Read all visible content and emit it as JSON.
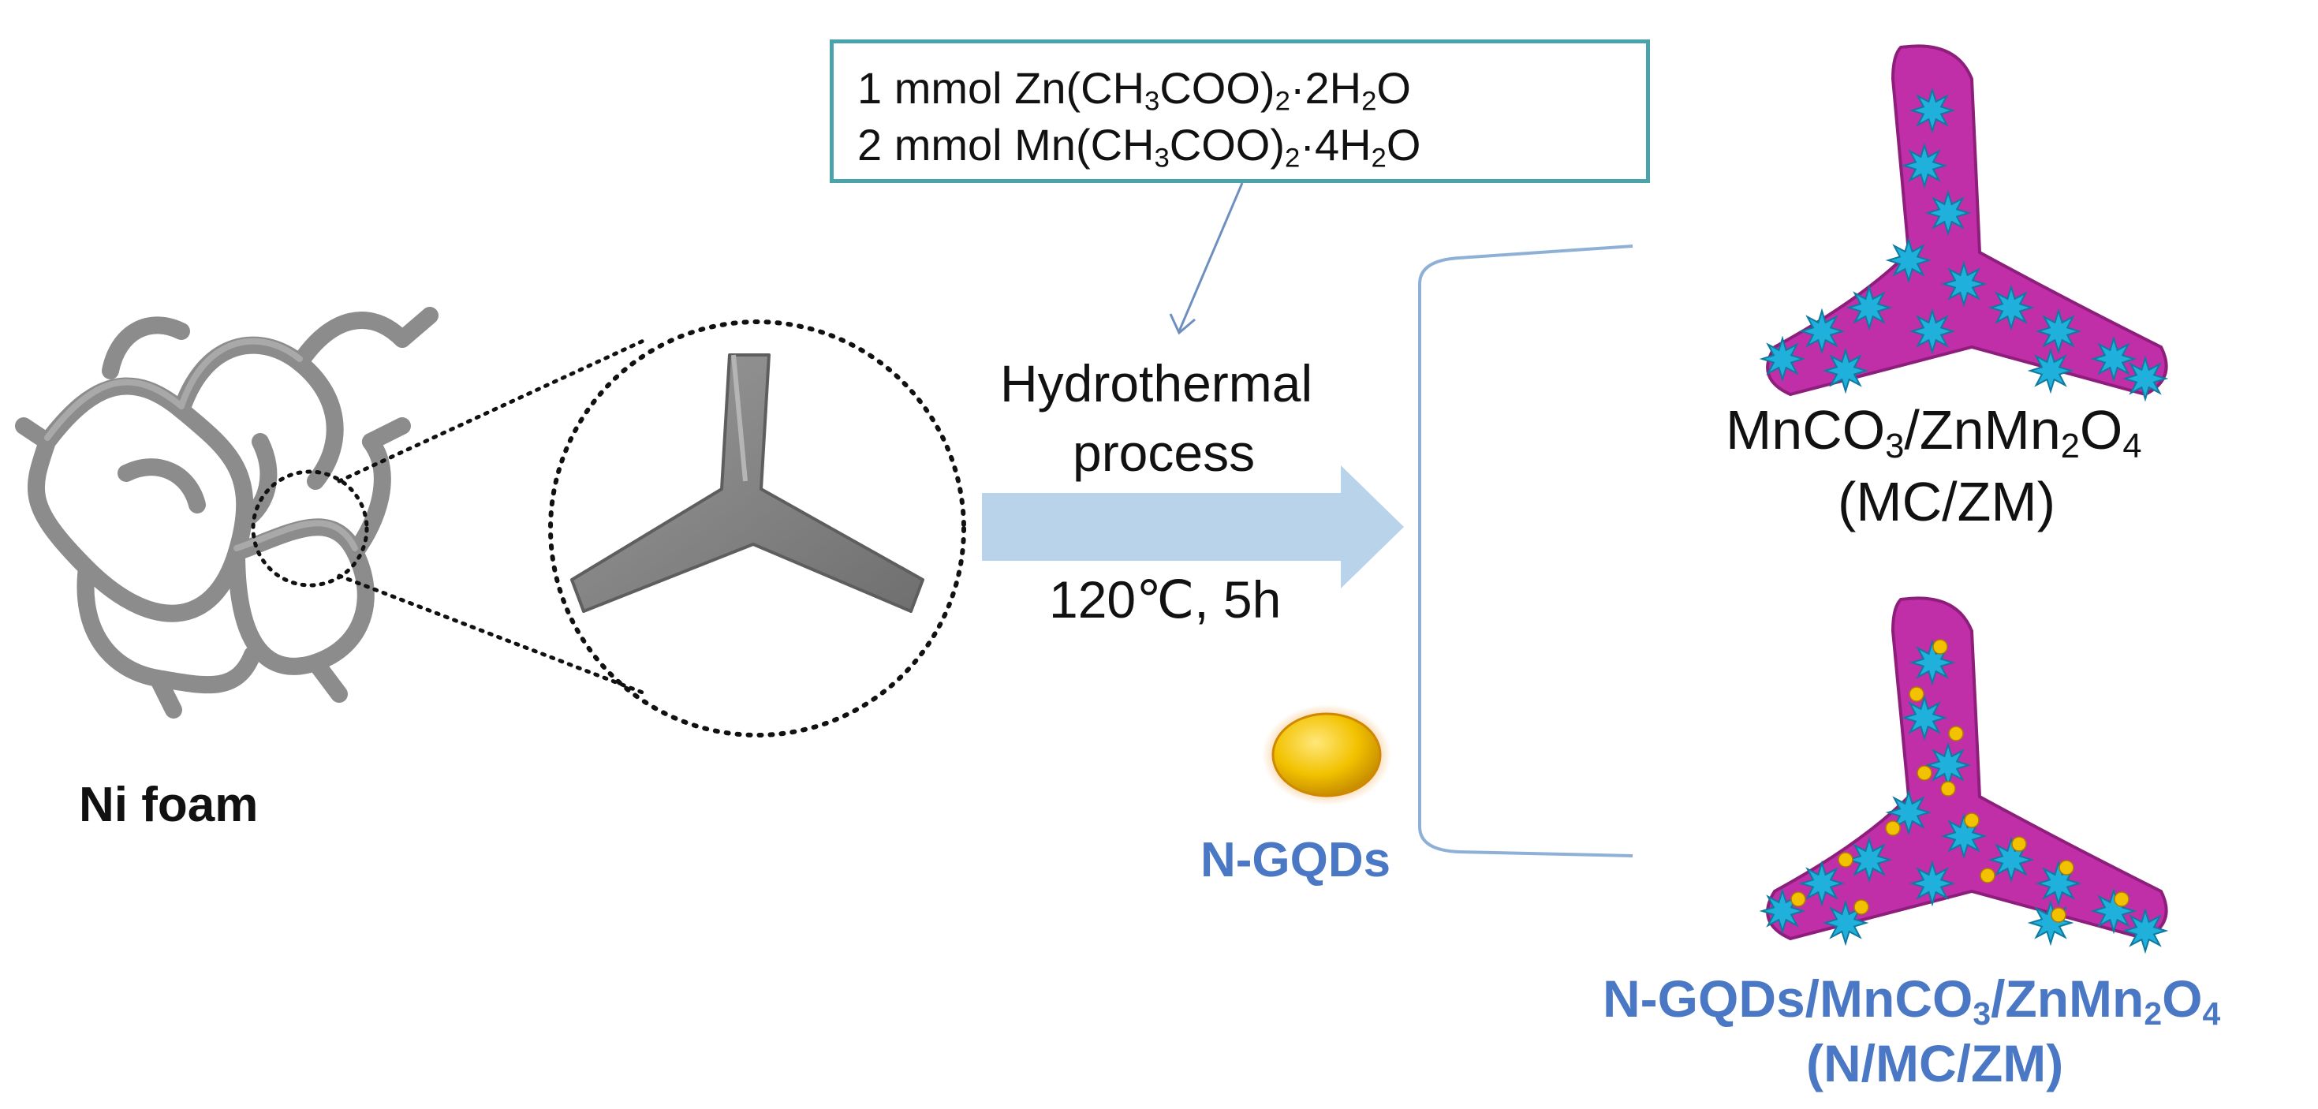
{
  "reagents": {
    "line1": {
      "prefix": "1 mmol  Zn(CH",
      "s1": "3",
      "mid": "COO)",
      "s2": "2",
      "tail": "·2H",
      "s3": "2",
      "end": "O"
    },
    "line2": {
      "prefix": "2 mmol  Mn(CH",
      "s1": "3",
      "mid": "COO)",
      "s2": "2",
      "tail": "·4H",
      "s3": "2",
      "end": "O"
    }
  },
  "process": {
    "line1": "Hydrothermal",
    "line2": "process",
    "conditions": "120℃, 5h"
  },
  "ni_foam_label": "Ni foam",
  "ngqd_label": "N-GQDs",
  "product_mczm": {
    "formula": {
      "a": "MnCO",
      "s1": "3",
      "b": "/ZnMn",
      "s2": "2",
      "c": "O",
      "s3": "4"
    },
    "abbr": "(MC/ZM)"
  },
  "product_nmczm": {
    "formula": {
      "a": "N-GQDs/MnCO",
      "s1": "3",
      "b": "/ZnMn",
      "s2": "2",
      "c": "O",
      "s3": "4"
    },
    "abbr": "(N/MC/ZM)"
  },
  "colors": {
    "box_border": "#4aa3aa",
    "arrow": "#b9d3ea",
    "bracket": "#8fb0d6",
    "ngqd_text": "#4a78c4",
    "foam_gray": "#8c8c8c",
    "magenta": "#c02fa8",
    "cyan": "#1fb0dc",
    "gold": "#f2c200"
  }
}
